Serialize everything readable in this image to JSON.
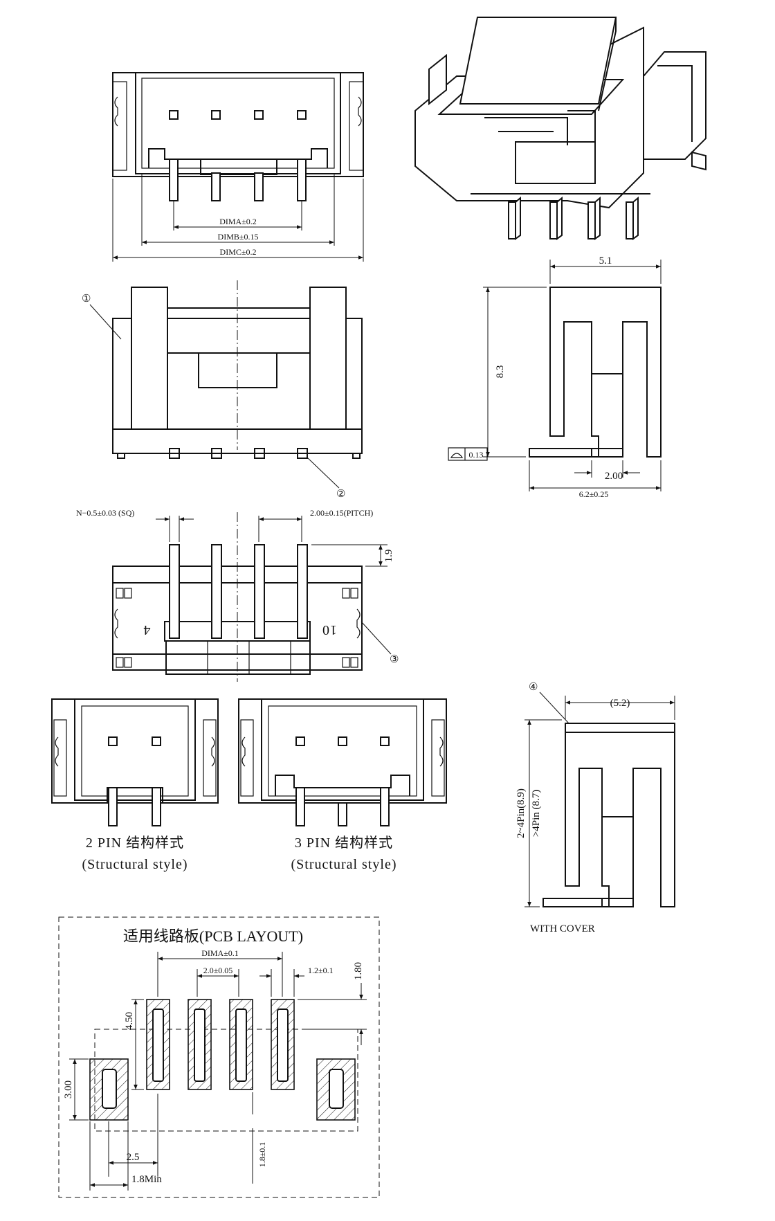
{
  "front_view": {
    "dim_a": "DIMA±0.2",
    "dim_b": "DIMB±0.15",
    "dim_c": "DIMC±0.2"
  },
  "side_view": {
    "width": "5.1",
    "height": "8.3",
    "flatness": "0.13",
    "pin_offset": "2.00",
    "depth": "6.2±0.25"
  },
  "callouts": {
    "c1": "①",
    "c2": "②",
    "c3": "③",
    "c4": "④"
  },
  "bottom_view": {
    "pin_size": "N−0.5±0.03 (SQ)",
    "pitch": "2.00±0.15(PITCH)",
    "pin_length": "1.9",
    "mark_left": "4",
    "mark_right": "10"
  },
  "variants": {
    "two_pin_label": "2 PIN 结构样式",
    "two_pin_sub": "(Structural style)",
    "three_pin_label": "3 PIN 结构样式",
    "three_pin_sub": "(Structural style)"
  },
  "cover_view": {
    "width": "(5.2)",
    "height_a": "2~4Pin(8.9)",
    "height_b": ">4Pin (8.7)",
    "caption": "WITH COVER"
  },
  "pcb_layout": {
    "title": "适用线路板(PCB LAYOUT)",
    "dim_a": "DIMA±0.1",
    "pitch": "2.0±0.05",
    "pad_width": "1.2±0.1",
    "pad_gap": "1.80",
    "pad_length": "4.50",
    "mount_height": "3.00",
    "mount_offset": "2.5",
    "mount_min": "1.8Min",
    "mount_spacing": "1.8±0.1"
  }
}
